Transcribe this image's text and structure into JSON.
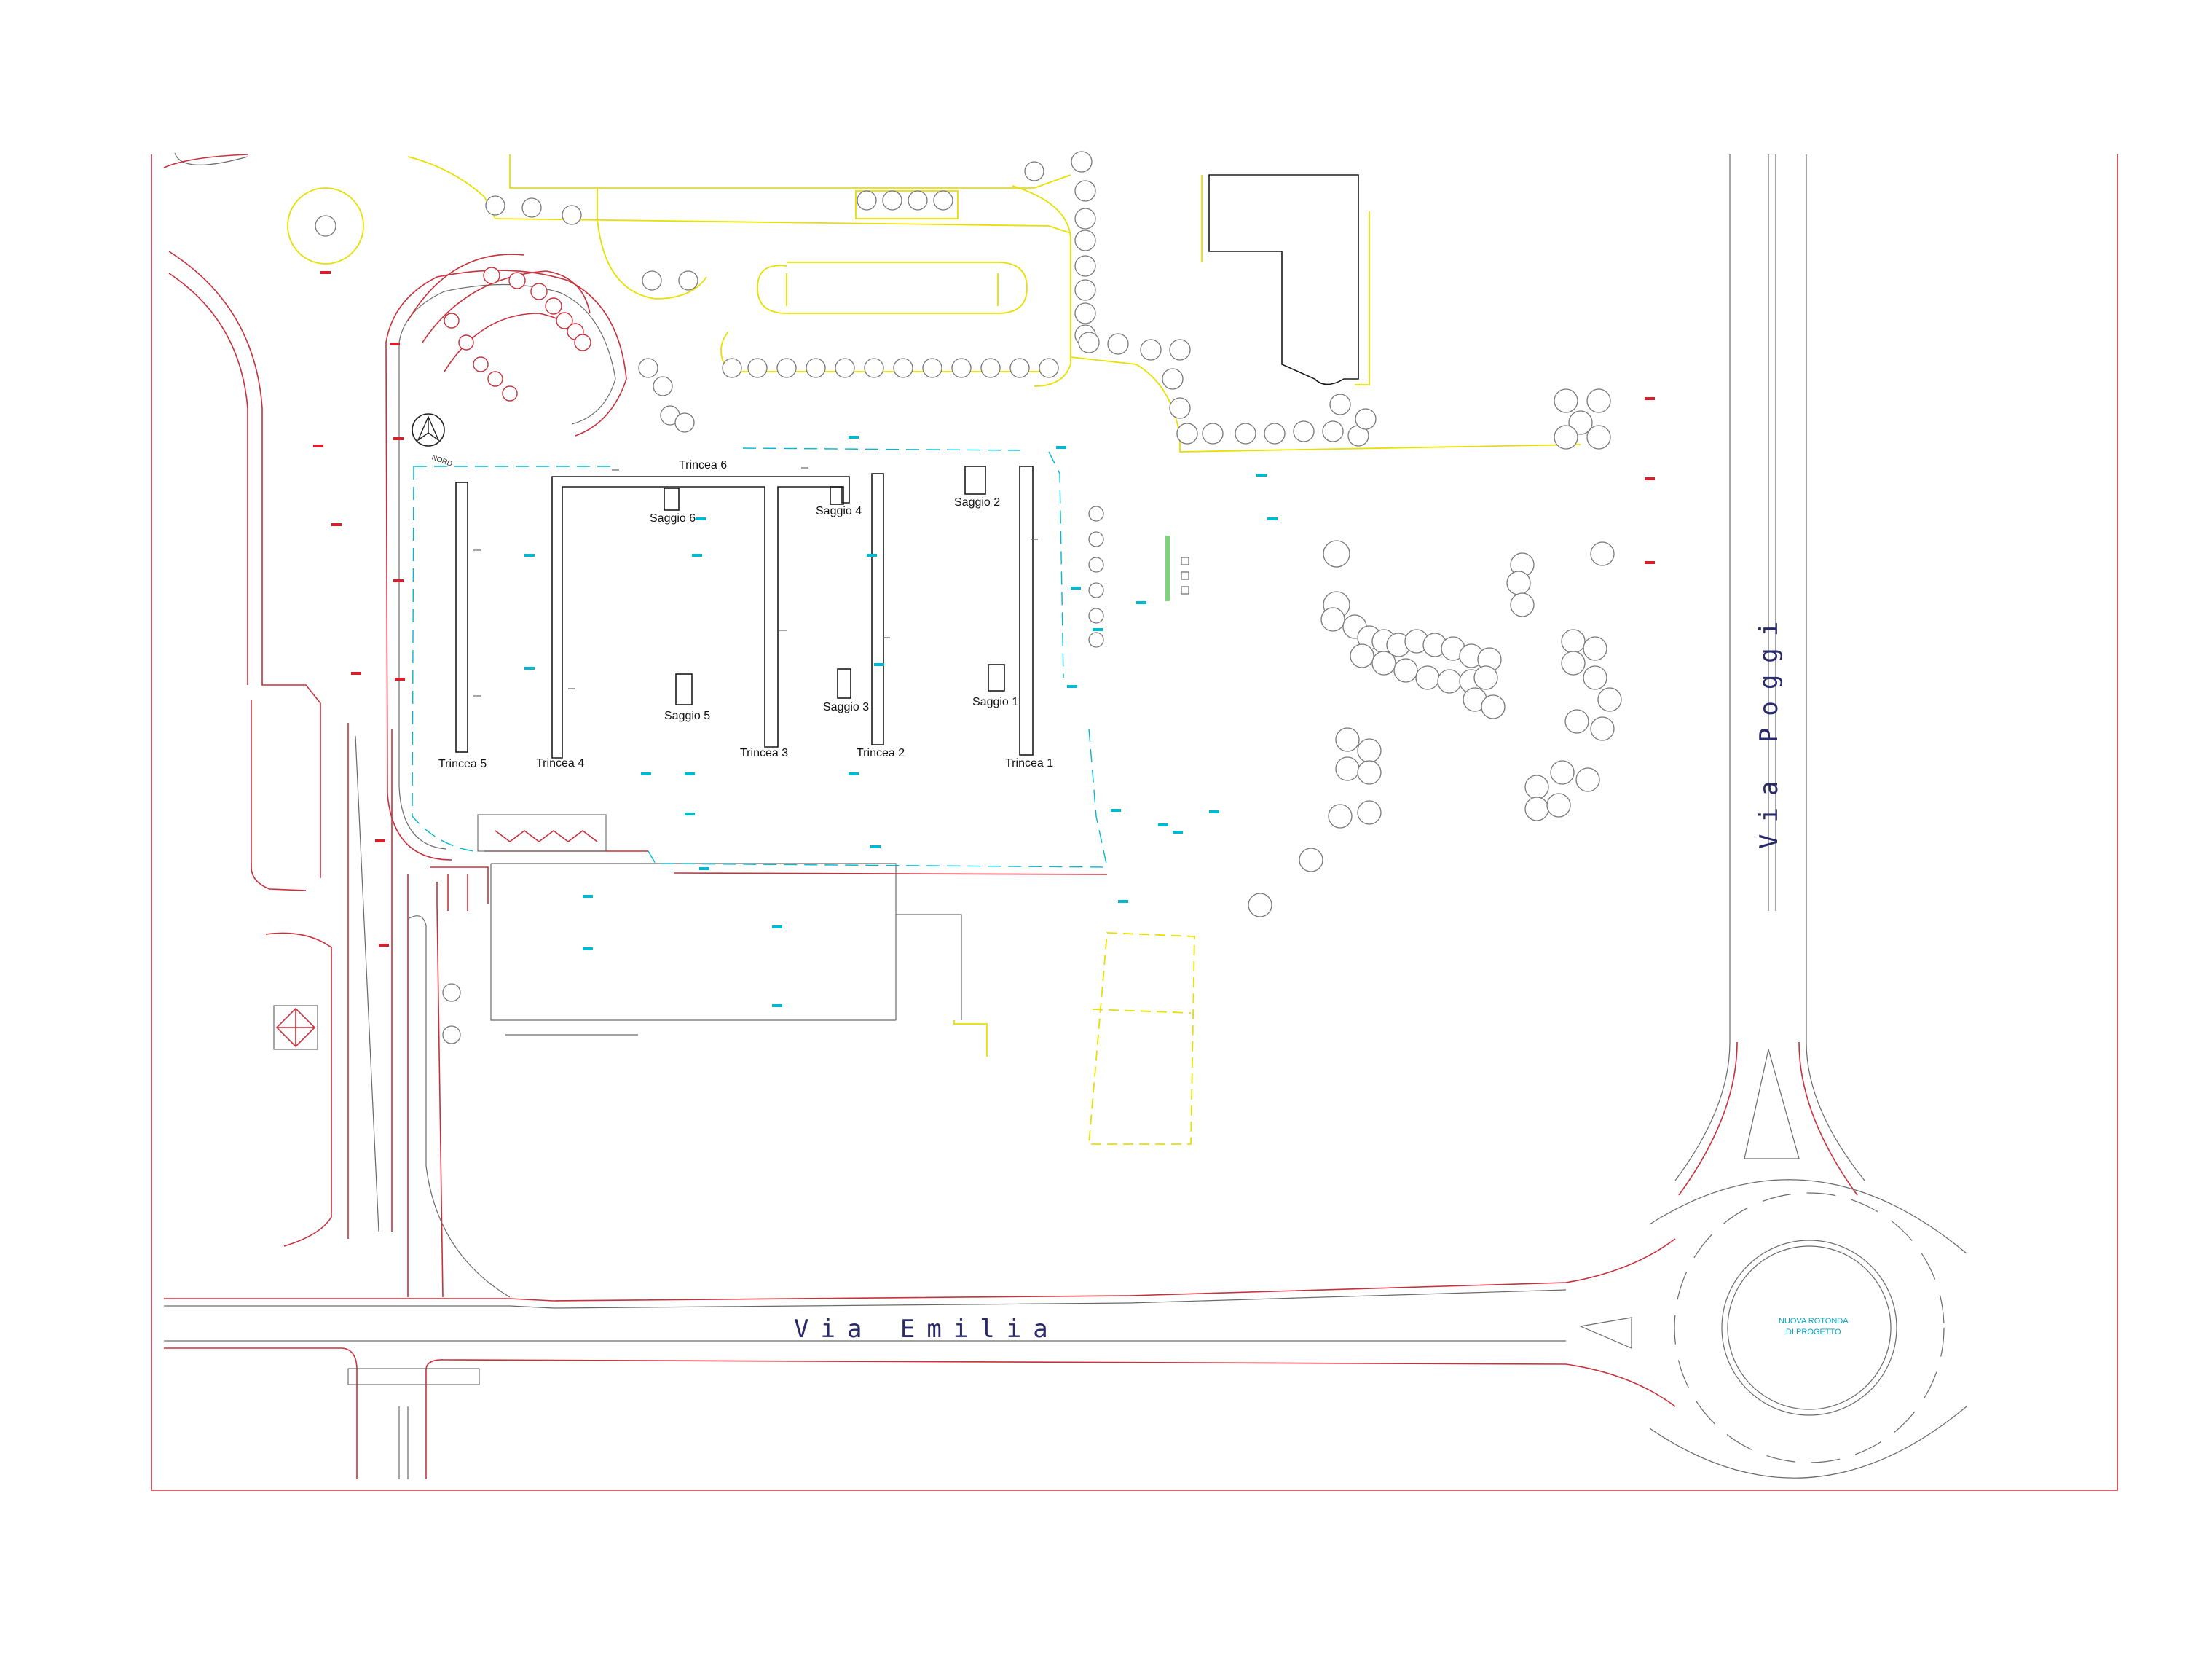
{
  "streets": {
    "via_emilia": "Via Emilia",
    "via_poggi": "Via Poggi"
  },
  "trenches": [
    {
      "id": "t1",
      "label": "Trincea 1"
    },
    {
      "id": "t2",
      "label": "Trincea 2"
    },
    {
      "id": "t3",
      "label": "Trincea 3"
    },
    {
      "id": "t4",
      "label": "Trincea 4"
    },
    {
      "id": "t5",
      "label": "Trincea 5"
    },
    {
      "id": "t6",
      "label": "Trincea 6"
    }
  ],
  "test_pits": [
    {
      "id": "s1",
      "label": "Saggio 1"
    },
    {
      "id": "s2",
      "label": "Saggio 2"
    },
    {
      "id": "s3",
      "label": "Saggio 3"
    },
    {
      "id": "s4",
      "label": "Saggio 4"
    },
    {
      "id": "s5",
      "label": "Saggio 5"
    },
    {
      "id": "s6",
      "label": "Saggio 6"
    }
  ],
  "compass": {
    "label": "NORD"
  },
  "roundabout": {
    "line1": "NUOVA ROTONDA",
    "line2": "DI PROGETTO"
  },
  "colors": {
    "boundary": "#c8303c",
    "survey_points": "#00b8d0",
    "yellow_lines": "#e8e000",
    "trees": "#777777"
  }
}
